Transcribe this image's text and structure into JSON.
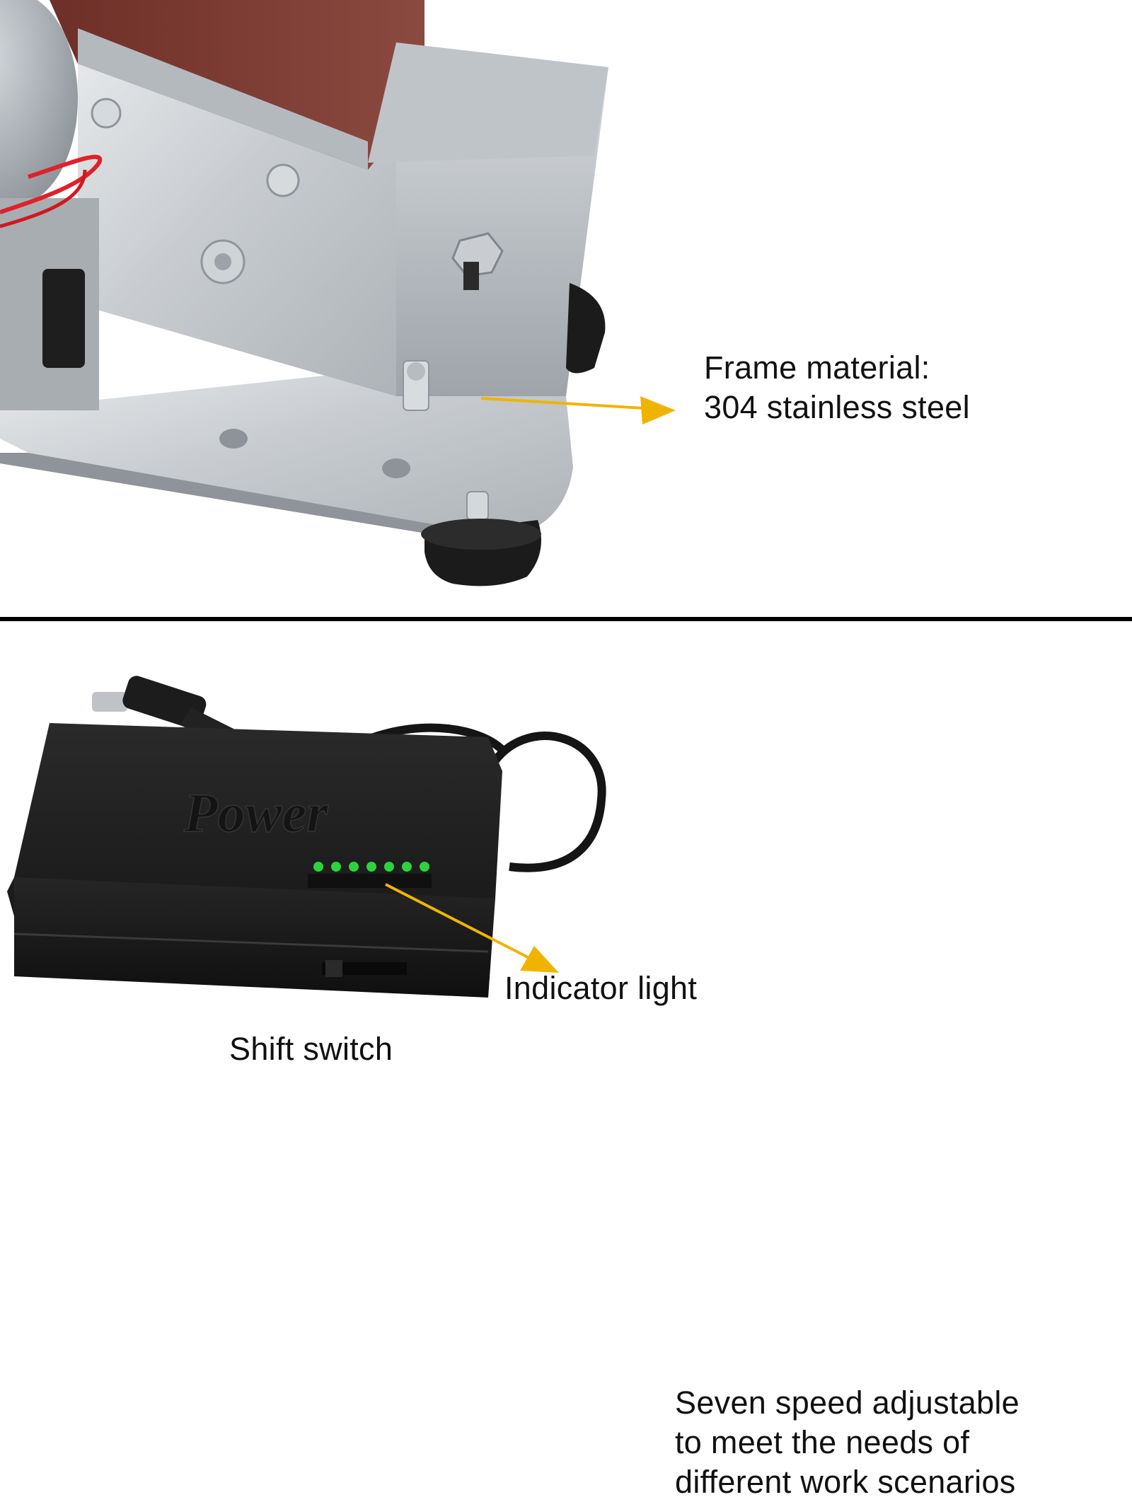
{
  "frame_callout": {
    "line1": "Frame material:",
    "line2": "304 stainless steel"
  },
  "speed_callout": {
    "line1": "Seven speed adjustable",
    "line2": "to meet the needs of",
    "line3": "different work scenarios"
  },
  "indicator_label": "Indicator light",
  "shift_label": "Shift switch",
  "adapter_brand": "Power",
  "colors": {
    "arrow": "#f0b400",
    "steel": "#c9cdd1",
    "belt": "#7a3a32",
    "rubber": "#1b1b1b",
    "adapter": "#1f1f1f",
    "led": "#2bd43c",
    "wire": "#e0202a",
    "divider": "#000000"
  }
}
